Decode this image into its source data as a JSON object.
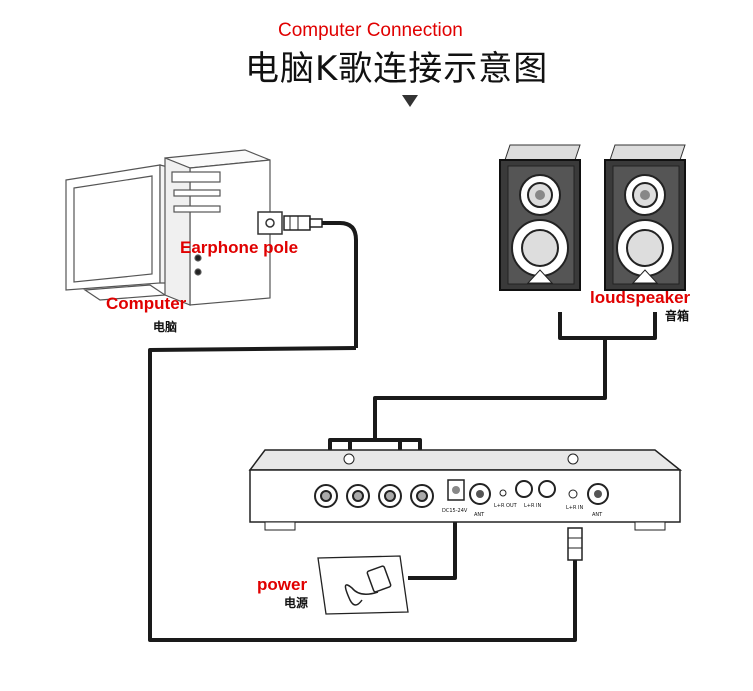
{
  "header": {
    "title_en": "Computer Connection",
    "title_zh": "电脑K歌连接示意图"
  },
  "labels": {
    "earphone_pole": "Earphone pole",
    "computer": "Computer",
    "computer_zh": "电脑",
    "loudspeaker": "loudspeaker",
    "loudspeaker_zh": "音箱",
    "power": "power",
    "power_zh": "电源"
  },
  "device_labels": {
    "dc_in": "DC15-24V",
    "ant_left": "ANT",
    "lr_out": "L+R OUT",
    "lr_in": "L+R IN",
    "lr_in_2": "L+R IN",
    "ant_right": "ANT"
  },
  "colors": {
    "label_red": "#e00000",
    "line": "#1a1a1a"
  }
}
